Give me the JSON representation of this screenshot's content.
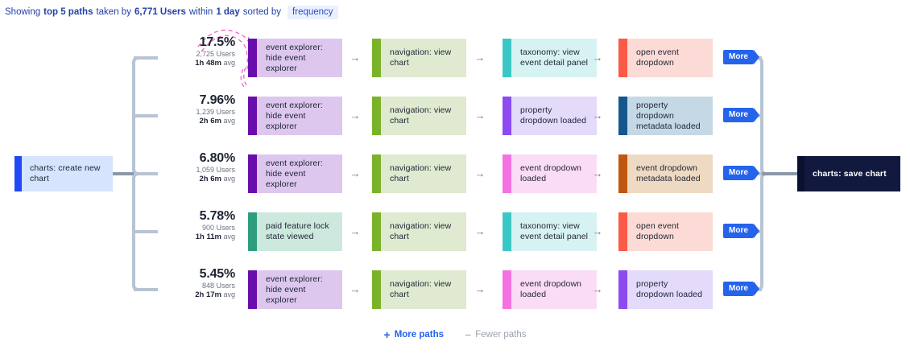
{
  "header": {
    "prefix": "Showing",
    "paths_label": "top 5 paths",
    "taken_by": "taken by",
    "users_label": "6,771 Users",
    "within": "within",
    "window_label": "1 day",
    "sorted_by": "sorted by",
    "sort_value": "frequency"
  },
  "source_node": {
    "label": "charts: create new chart",
    "accent": "#2148f5",
    "fill": "#d6e4fd"
  },
  "target_node": {
    "label": "charts: save chart",
    "accent": "#0a1030",
    "fill": "#111a3e"
  },
  "more_label": "More",
  "arrow_glyph": "→",
  "paths": [
    {
      "percent": "17.5%",
      "users": "2,725 Users",
      "avg_bold": "1h 48m",
      "avg_suffix": "avg",
      "highlighted": true,
      "steps": [
        {
          "label": "event explorer: hide event explorer",
          "accent": "#6a0dad",
          "fill": "#ddc7ee"
        },
        {
          "label": "navigation: view chart",
          "accent": "#7ab32a",
          "fill": "#dfead0"
        },
        {
          "label": "taxonomy: view event detail panel",
          "accent": "#3cc7c7",
          "fill": "#d7f2f2"
        },
        {
          "label": "open event dropdown",
          "accent": "#fa5a46",
          "fill": "#fcdbd6"
        }
      ]
    },
    {
      "percent": "7.96%",
      "users": "1,239 Users",
      "avg_bold": "2h 6m",
      "avg_suffix": "avg",
      "highlighted": false,
      "steps": [
        {
          "label": "event explorer: hide event explorer",
          "accent": "#6a0dad",
          "fill": "#ddc7ee"
        },
        {
          "label": "navigation: view chart",
          "accent": "#7ab32a",
          "fill": "#dfead0"
        },
        {
          "label": "property dropdown loaded",
          "accent": "#8b4bf0",
          "fill": "#e4daf9"
        },
        {
          "label": "property dropdown metadata loaded",
          "accent": "#15578c",
          "fill": "#c5d8e6"
        }
      ]
    },
    {
      "percent": "6.80%",
      "users": "1,059 Users",
      "avg_bold": "2h 6m",
      "avg_suffix": "avg",
      "highlighted": false,
      "steps": [
        {
          "label": "event explorer: hide event explorer",
          "accent": "#6a0dad",
          "fill": "#ddc7ee"
        },
        {
          "label": "navigation: view chart",
          "accent": "#7ab32a",
          "fill": "#dfead0"
        },
        {
          "label": "event dropdown loaded",
          "accent": "#f472e0",
          "fill": "#fbdcf5"
        },
        {
          "label": "event dropdown metadata loaded",
          "accent": "#c0570e",
          "fill": "#eed9c2"
        }
      ]
    },
    {
      "percent": "5.78%",
      "users": "900 Users",
      "avg_bold": "1h 11m",
      "avg_suffix": "avg",
      "highlighted": false,
      "steps": [
        {
          "label": "paid feature lock state viewed",
          "accent": "#2e9e7e",
          "fill": "#cde8dd"
        },
        {
          "label": "navigation: view chart",
          "accent": "#7ab32a",
          "fill": "#dfead0"
        },
        {
          "label": "taxonomy: view event detail panel",
          "accent": "#3cc7c7",
          "fill": "#d7f2f2"
        },
        {
          "label": "open event dropdown",
          "accent": "#fa5a46",
          "fill": "#fcdbd6"
        }
      ]
    },
    {
      "percent": "5.45%",
      "users": "848 Users",
      "avg_bold": "2h 17m",
      "avg_suffix": "avg",
      "highlighted": false,
      "steps": [
        {
          "label": "event explorer: hide event explorer",
          "accent": "#6a0dad",
          "fill": "#ddc7ee"
        },
        {
          "label": "navigation: view chart",
          "accent": "#7ab32a",
          "fill": "#dfead0"
        },
        {
          "label": "event dropdown loaded",
          "accent": "#f472e0",
          "fill": "#fbdcf5"
        },
        {
          "label": "property dropdown loaded",
          "accent": "#8b4bf0",
          "fill": "#e4daf9"
        }
      ]
    }
  ],
  "footer": {
    "more_paths_sign": "+",
    "more_paths_label": "More paths",
    "fewer_paths_sign": "−",
    "fewer_paths_label": "Fewer paths"
  },
  "colors": {
    "connector": "#b6c4d4",
    "connector_stub": "#8b98a8",
    "highlight_arc": "#f04bb8",
    "accent_blue": "#2563eb"
  }
}
